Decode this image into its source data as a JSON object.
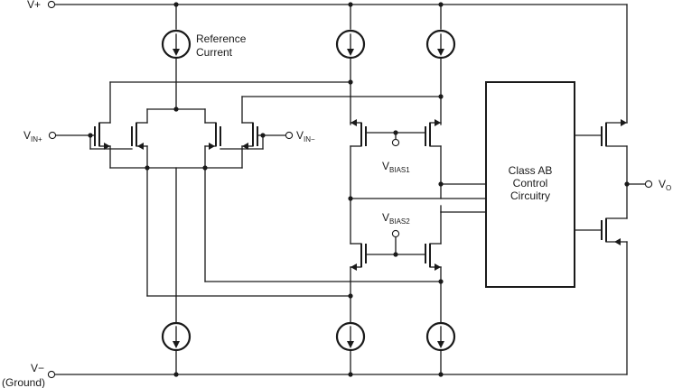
{
  "labels": {
    "vplus": "V+",
    "vminus": "V−",
    "ground": "(Ground)",
    "vin_plus": "V",
    "vin_plus_sub": "IN+",
    "vin_minus": "V",
    "vin_minus_sub": "IN−",
    "vbias1": "V",
    "vbias1_sub": "BIAS1",
    "vbias2": "V",
    "vbias2_sub": "BIAS2",
    "vout": "V",
    "vout_sub": "O",
    "ref_line1": "Reference",
    "ref_line2": "Current",
    "block_line1": "Class AB",
    "block_line2": "Control",
    "block_line3": "Circuitry"
  }
}
